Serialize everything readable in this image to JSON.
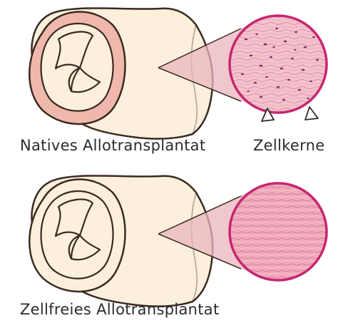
{
  "figure": {
    "native_label": "Natives Allotransplantat",
    "nuclei_label": "Zellkerne",
    "acellular_label": "Zellfreies Allotransplantat"
  },
  "colors": {
    "outline": "#3a2a22",
    "tissue_cream": "#fcf0dc",
    "native_rim": "#f0b8ac",
    "lens_ring": "#c7266f",
    "native_tissue": "#f4bfcb",
    "acellular_tissue": "#f2adc0",
    "cone_fill": "#e9b5bd",
    "nucleus": "#7a2a66"
  },
  "icons": {
    "valve": "aortic-valve-cusps",
    "pointer": "triangle-outline-arrow"
  }
}
